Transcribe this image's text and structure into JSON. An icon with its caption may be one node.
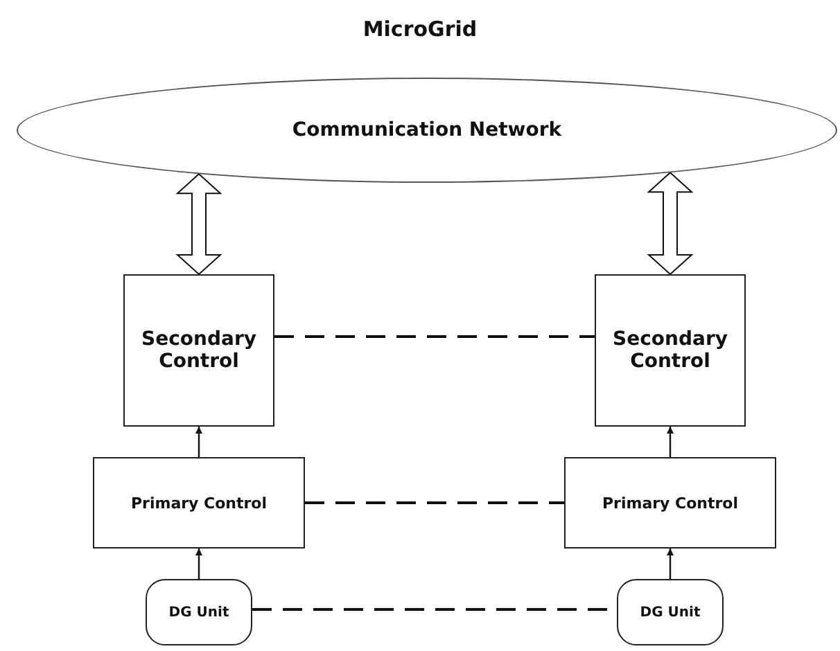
{
  "diagram": {
    "title": "MicroGrid",
    "nodes": [
      {
        "text": [
          "Communication Network"
        ]
      },
      {
        "text": [
          "Secondary Control"
        ]
      },
      {
        "text": [
          "Secondary Control"
        ]
      },
      {
        "text": [
          "Primary Control"
        ]
      },
      {
        "text": [
          "Primary Control"
        ]
      },
      {
        "text": [
          "DG Unit"
        ]
      },
      {
        "text": [
          "DG Unit"
        ]
      }
    ],
    "edges": [
      {
        "from": 0,
        "to": 1,
        "arrow": "both",
        "style": "thick"
      },
      {
        "from": 0,
        "to": 2,
        "arrow": "both",
        "style": "thick"
      },
      {
        "from": 3,
        "to": 1,
        "arrow": "to"
      },
      {
        "from": 4,
        "to": 2,
        "arrow": "to"
      },
      {
        "from": 5,
        "to": 3,
        "arrow": "to"
      },
      {
        "from": 6,
        "to": 4,
        "arrow": "to"
      },
      {
        "from": 1,
        "to": 2,
        "arrow": "none",
        "style": "dashed"
      },
      {
        "from": 3,
        "to": 4,
        "arrow": "none",
        "style": "dashed"
      },
      {
        "from": 5,
        "to": 6,
        "arrow": "none",
        "style": "dashed"
      }
    ]
  }
}
